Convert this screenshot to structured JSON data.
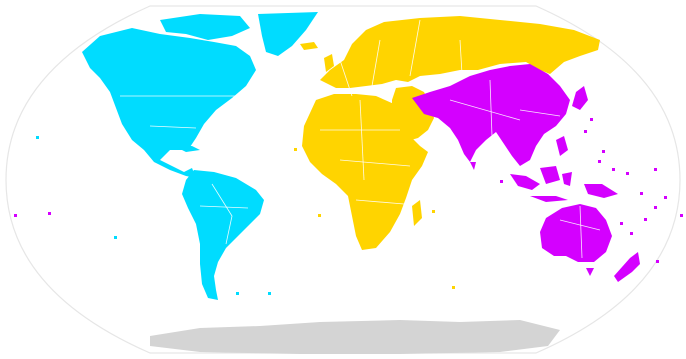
{
  "map": {
    "projection": "robinson",
    "colors": {
      "frame_fill": "#ffffff",
      "frame_stroke": "#e6e6e6",
      "americas": "#00dcff",
      "emea": "#ffd400",
      "asia_pacific": "#d400ff",
      "antarctica": "#d4d4d4",
      "border": "#ffffff"
    },
    "regions": [
      {
        "id": "americas",
        "color_key": "americas"
      },
      {
        "id": "emea",
        "color_key": "emea"
      },
      {
        "id": "asia_pacific",
        "color_key": "asia_pacific"
      },
      {
        "id": "antarctica",
        "color_key": "antarctica"
      }
    ]
  }
}
